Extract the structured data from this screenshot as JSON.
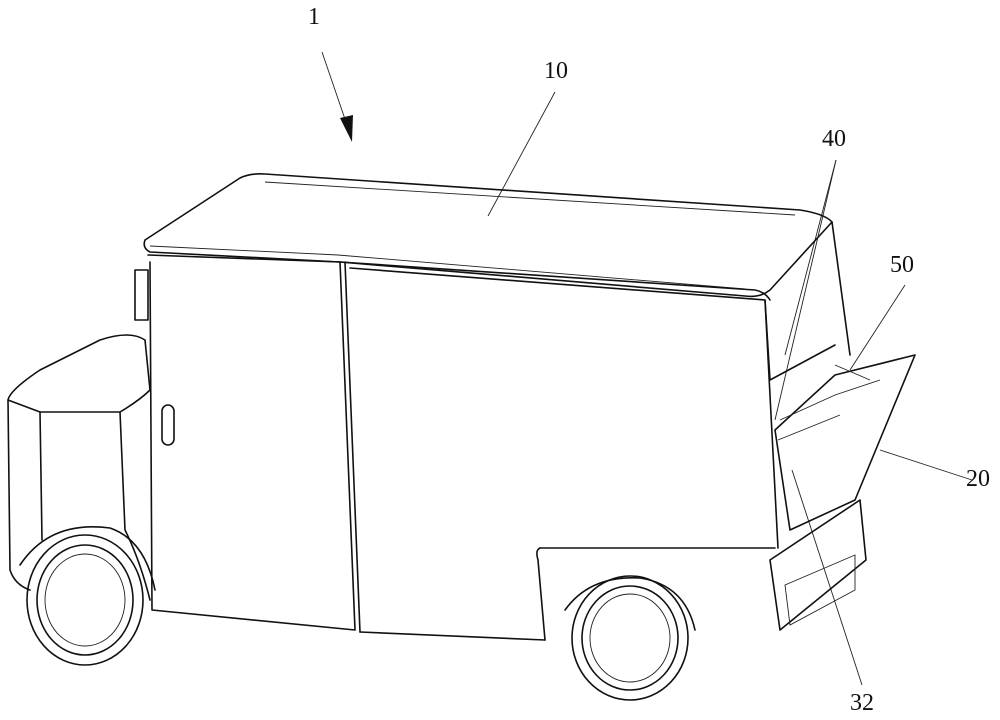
{
  "figure": {
    "labels": {
      "vehicle": "1",
      "cargo_box": "10",
      "part_40": "40",
      "part_50": "50",
      "door_20": "20",
      "part_32": "32"
    }
  }
}
